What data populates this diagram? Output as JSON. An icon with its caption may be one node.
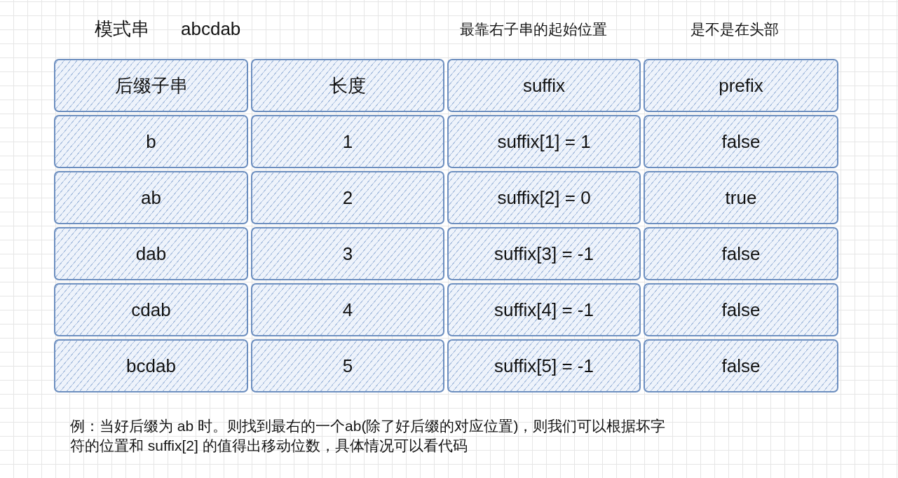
{
  "diagram": {
    "nodes": [
      {
        "text": [
          "后缀子串"
        ]
      },
      {
        "text": [
          "长度"
        ]
      },
      {
        "text": [
          "suffix"
        ]
      },
      {
        "text": [
          "prefix"
        ]
      },
      {
        "text": [
          "b"
        ]
      },
      {
        "text": [
          "1"
        ]
      },
      {
        "text": [
          "suffix[1] = 1"
        ]
      },
      {
        "text": [
          "false"
        ]
      },
      {
        "text": [
          "ab"
        ]
      },
      {
        "text": [
          "2"
        ]
      },
      {
        "text": [
          "suffix[2] = 0"
        ]
      },
      {
        "text": [
          "true"
        ]
      },
      {
        "text": [
          "dab"
        ]
      },
      {
        "text": [
          "3"
        ]
      },
      {
        "text": [
          "suffix[3] = -1"
        ]
      },
      {
        "text": [
          "false"
        ]
      },
      {
        "text": [
          "cdab"
        ]
      },
      {
        "text": [
          "4"
        ]
      },
      {
        "text": [
          "suffix[4] = -1"
        ]
      },
      {
        "text": [
          "false"
        ]
      },
      {
        "text": [
          "bcdab"
        ]
      },
      {
        "text": [
          "5"
        ]
      },
      {
        "text": [
          "suffix[5] = -1"
        ]
      },
      {
        "text": [
          "false"
        ]
      }
    ],
    "labels": [
      "模式串",
      "abcdab",
      "最靠右子串的起始位置",
      "是不是在头部",
      "例：当好后缀为 ab 时。则找到最右的一个ab(除了好后缀的对应位置)，则我们可以根据坏字符的位置和 suffix[2] 的值得出移动位数，具体情况可以看代码"
    ]
  }
}
